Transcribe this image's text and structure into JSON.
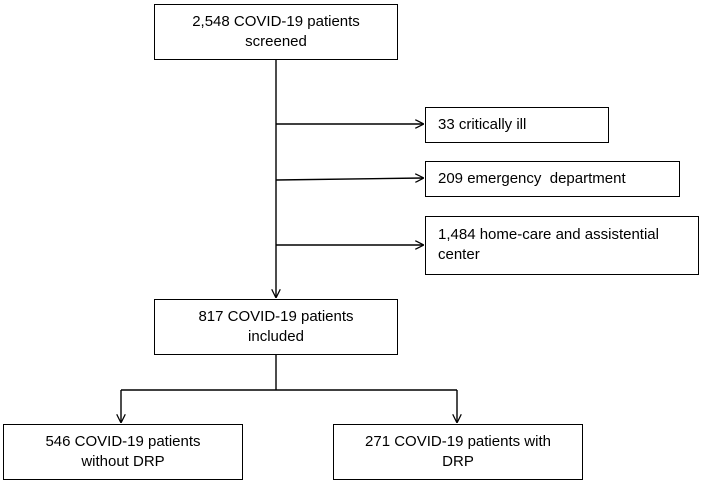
{
  "flowchart": {
    "screened": {
      "line1": "2,548 COVID-19 patients",
      "line2": "screened"
    },
    "excluded": [
      {
        "line1": "33 critically ill",
        "line2": ""
      },
      {
        "line1": "209 emergency  department",
        "line2": ""
      },
      {
        "line1": "1,484 home-care and assistential",
        "line2": "center"
      }
    ],
    "included": {
      "line1": "817 COVID-19 patients",
      "line2": "included"
    },
    "groups": [
      {
        "line1": "546 COVID-19 patients",
        "line2": "without DRP"
      },
      {
        "line1": "271 COVID-19 patients with",
        "line2": "DRP"
      }
    ]
  },
  "colors": {
    "line": "#000000",
    "box_border": "#000000",
    "background": "#ffffff"
  }
}
